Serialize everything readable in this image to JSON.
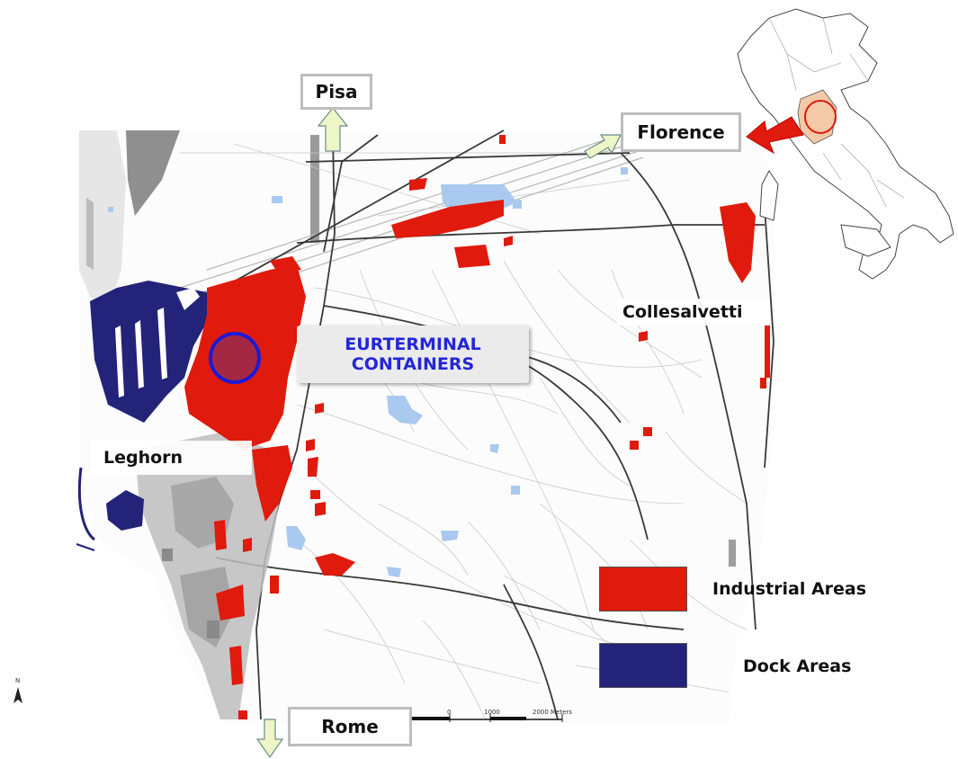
{
  "labels": {
    "pisa": "Pisa",
    "florence": "Florence",
    "rome": "Rome",
    "leghorn": "Leghorn",
    "collesalvetti": "Collesalvetti",
    "terminal_line1": "EURTERMINAL",
    "terminal_line2": "CONTAINERS"
  },
  "legend": {
    "industrial": {
      "label": "Industrial Areas",
      "color": "#e01a0c"
    },
    "dock": {
      "label": "Dock Areas",
      "color": "#23237a"
    }
  },
  "scale_bar": {
    "ticks": [
      "0",
      "1000",
      "2000"
    ],
    "unit": "Meters"
  },
  "north_arrow": "N",
  "colors": {
    "industrial": "#e01a0c",
    "dock": "#23237a",
    "water": "#a9c9ee",
    "urban": "#9e9e9e",
    "roads": "#333333",
    "terminal_marker": "#1a1ad8",
    "tuscany_highlight": "#f3c9a8",
    "direction_arrow": "#eef6c8"
  },
  "icons": {
    "north": "north-arrow-icon",
    "direction": "direction-arrow-icon",
    "pointer": "red-pointer-arrow-icon"
  }
}
